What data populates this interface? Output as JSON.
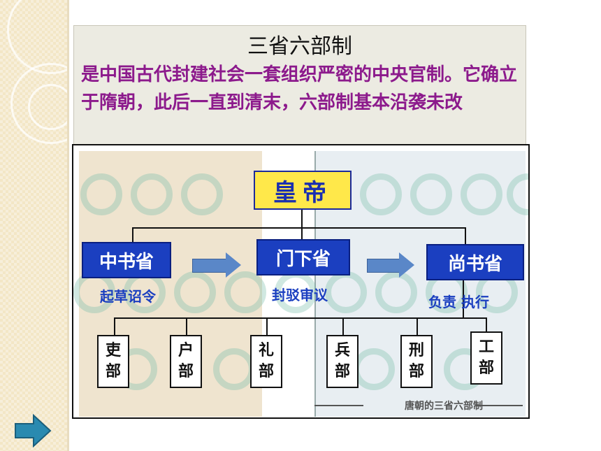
{
  "title": "三省六部制",
  "description": "是中国古代封建社会一套组织严密的中央官制。它确立于隋朝，此后一直到清末，六部制基本沿袭未改",
  "diagram": {
    "emperor": "皇帝",
    "departments": [
      {
        "name": "中书省",
        "function": "起草诏令"
      },
      {
        "name": "门下省",
        "function": "封驳审议"
      },
      {
        "name": "尚书省",
        "function": "负责 执行"
      }
    ],
    "ministries": [
      {
        "top": "吏",
        "bottom": "部"
      },
      {
        "top": "户",
        "bottom": "部"
      },
      {
        "top": "礼",
        "bottom": "部"
      },
      {
        "top": "兵",
        "bottom": "部"
      },
      {
        "top": "刑",
        "bottom": "部"
      },
      {
        "top": "工",
        "bottom": "部"
      }
    ],
    "caption": "唐朝的三省六部制"
  },
  "colors": {
    "description_text": "#8c1a8c",
    "department_box": "#1b3fc0",
    "emperor_box": "#ffe84a",
    "arrow": "#5a87c8"
  }
}
